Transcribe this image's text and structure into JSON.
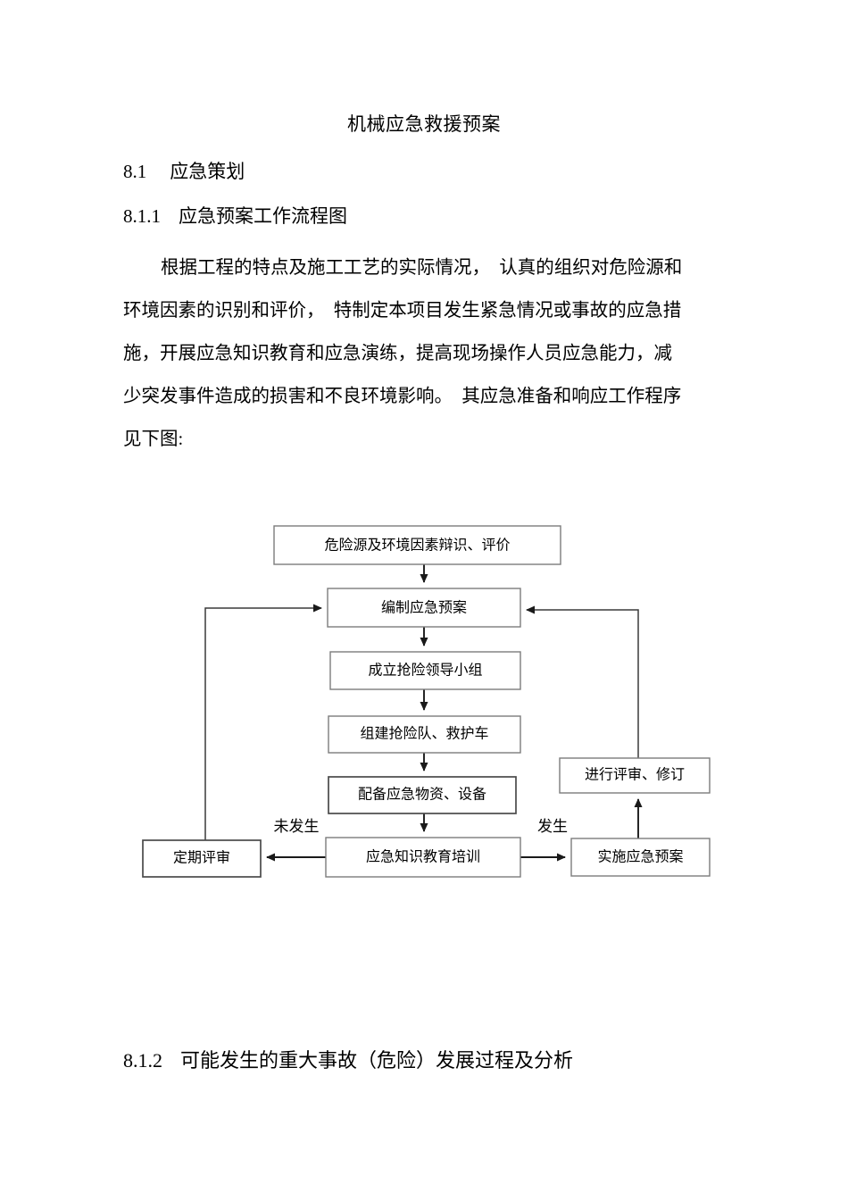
{
  "document": {
    "title": "机械应急救援预案",
    "sections": [
      {
        "number": "8.1",
        "label": "应急策划"
      },
      {
        "number": "8.1.1",
        "label": "应急预案工作流程图"
      },
      {
        "number": "8.1.2",
        "label": "可能发生的重大事故（危险）发展过程及分析"
      }
    ],
    "paragraph_lines": [
      "根据工程的特点及施工工艺的实际情况，  认真的组织对危险源和",
      "环境因素的识别和评价，  特制定本项目发生紧急情况或事故的应急措",
      "施，开展应急知识教育和应急演练，提高现场操作人员应急能力，减",
      "少突发事件造成的损害和不良环境影响。  其应急准备和响应工作程序",
      "见下图:"
    ]
  },
  "flowchart": {
    "nodes": [
      {
        "id": "hazard-identification",
        "label": "危险源及环境因素辩识、评价"
      },
      {
        "id": "prepare-plan",
        "label": "编制应急预案"
      },
      {
        "id": "establish-leadership",
        "label": "成立抢险领导小组"
      },
      {
        "id": "form-rescue-team",
        "label": "组建抢险队、救护车"
      },
      {
        "id": "equip-supplies",
        "label": "配备应急物资、设备"
      },
      {
        "id": "training",
        "label": "应急知识教育培训"
      },
      {
        "id": "periodic-review",
        "label": "定期评审"
      },
      {
        "id": "implement-plan",
        "label": "实施应急预案"
      },
      {
        "id": "review-revise",
        "label": "进行评审、修订"
      }
    ],
    "edge_labels": [
      {
        "id": "not-occurred",
        "label": "未发生"
      },
      {
        "id": "occurred",
        "label": "发生"
      }
    ]
  }
}
